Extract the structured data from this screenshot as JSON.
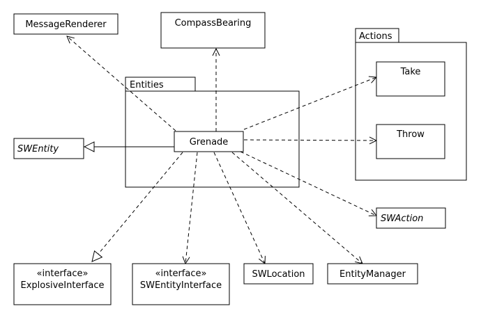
{
  "packages": {
    "actions": "Actions",
    "entities": "Entities"
  },
  "classes": {
    "message_renderer": "MessageRenderer",
    "compass_bearing": "CompassBearing",
    "take": "Take",
    "throw": "Throw",
    "grenade": "Grenade",
    "sw_entity": "SWEntity",
    "sw_action": "SWAction",
    "explosive_interface": "ExplosiveInterface",
    "sw_entity_interface": "SWEntityInterface",
    "sw_location": "SWLocation",
    "entity_manager": "EntityManager"
  },
  "stereotypes": {
    "interface": "«interface»"
  }
}
